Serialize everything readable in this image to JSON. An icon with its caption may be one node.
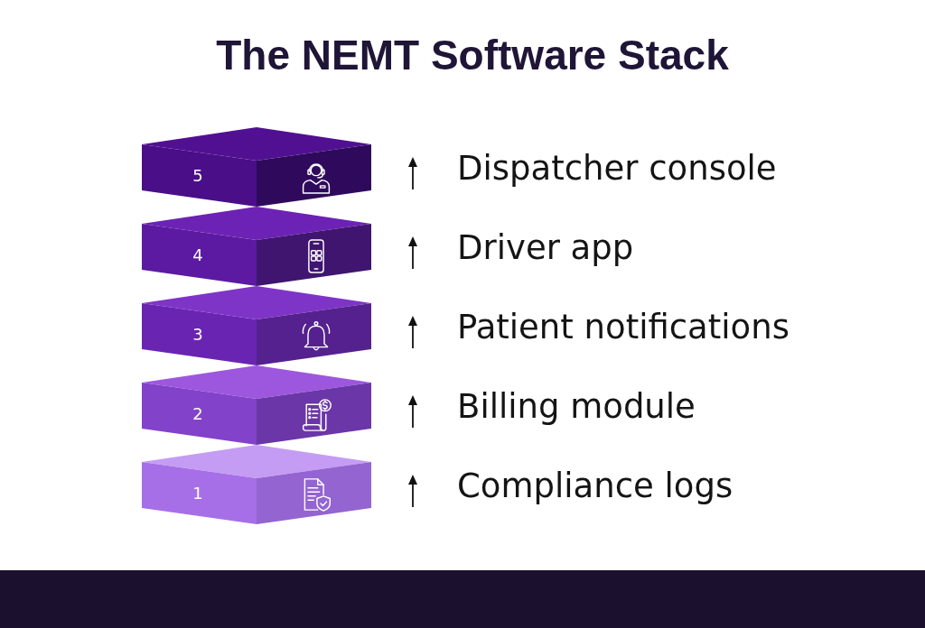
{
  "diagram": {
    "title": "The NEMT Software Stack",
    "nodes": [
      {
        "text": [
          "5"
        ],
        "beside": [
          "Dispatcher console"
        ]
      },
      {
        "text": [
          "4"
        ],
        "beside": [
          "Driver app"
        ]
      },
      {
        "text": [
          "3"
        ],
        "beside": [
          "Patient notifications"
        ]
      },
      {
        "text": [
          "2"
        ],
        "beside": [
          "Billing module"
        ]
      },
      {
        "text": [
          "1"
        ],
        "beside": [
          "Compliance logs"
        ]
      }
    ]
  }
}
